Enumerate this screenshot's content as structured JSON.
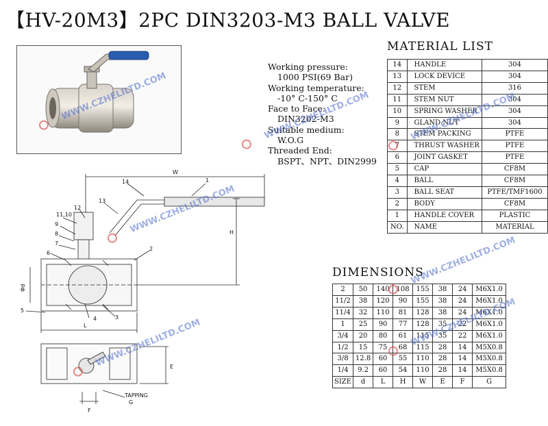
{
  "title": "【HV-20M3】2PC DIN3203-M3 BALL VALVE",
  "specs": [
    {
      "label": "Working pressure:",
      "value": "1000 PSI(69 Bar)"
    },
    {
      "label": "Working temperature:",
      "value": "-10° C-150° C"
    },
    {
      "label": "Face to Face:",
      "value": "DIN3202-M3"
    },
    {
      "label": "Suitable medium:",
      "value": "W.O.G"
    },
    {
      "label": "Threaded End:",
      "value": "BSPT、NPT、DIN2999"
    }
  ],
  "material_list": {
    "title": "MATERIAL LIST",
    "rows": [
      [
        "14",
        "HANDLE",
        "304"
      ],
      [
        "13",
        "LOCK DEVICE",
        "304"
      ],
      [
        "12",
        "STEM",
        "316"
      ],
      [
        "11",
        "STEM NUT",
        "304"
      ],
      [
        "10",
        "SPRING WASHER",
        "304"
      ],
      [
        "9",
        "GLAND NUT",
        "304"
      ],
      [
        "8",
        "STEM PACKING",
        "PTFE"
      ],
      [
        "7",
        "THRUST WASHER",
        "PTFE"
      ],
      [
        "6",
        "JOINT GASKET",
        "PTFE"
      ],
      [
        "5",
        "CAP",
        "CF8M"
      ],
      [
        "4",
        "BALL",
        "CF8M"
      ],
      [
        "3",
        "BALL SEAT",
        "PTFE/TMF1600"
      ],
      [
        "2",
        "BODY",
        "CF8M"
      ],
      [
        "1",
        "HANDLE COVER",
        "PLASTIC"
      ],
      [
        "NO.",
        "NAME",
        "MATERIAL"
      ]
    ]
  },
  "dimensions": {
    "title": "DIMENSIONS",
    "rows": [
      [
        "2",
        "50",
        "140",
        "108",
        "155",
        "38",
        "24",
        "M6X1.0"
      ],
      [
        "11/2",
        "38",
        "120",
        "90",
        "155",
        "38",
        "24",
        "M6X1.0"
      ],
      [
        "11/4",
        "32",
        "110",
        "81",
        "128",
        "38",
        "24",
        "M6X1.0"
      ],
      [
        "1",
        "25",
        "90",
        "77",
        "128",
        "35",
        "22",
        "M6X1.0"
      ],
      [
        "3/4",
        "20",
        "80",
        "61",
        "115",
        "35",
        "22",
        "M6X1.0"
      ],
      [
        "1/2",
        "15",
        "75",
        "68",
        "115",
        "28",
        "14",
        "M5X0.8"
      ],
      [
        "3/8",
        "12.8",
        "60",
        "55",
        "110",
        "28",
        "14",
        "M5X0.8"
      ],
      [
        "1/4",
        "9.2",
        "60",
        "54",
        "110",
        "28",
        "14",
        "M5X0.8"
      ],
      [
        "SIZE",
        "d",
        "L",
        "H",
        "W",
        "E",
        "F",
        "G"
      ]
    ]
  },
  "drawing_labels": {
    "W": "W",
    "H": "H",
    "L": "L",
    "d": "Φd",
    "E": "E",
    "F": "F",
    "tapping": "TAPPING",
    "G": "G",
    "callouts": [
      "14",
      "1",
      "13",
      "12",
      "11,10",
      "9",
      "8",
      "7",
      "6",
      "2",
      "5",
      "4",
      "3"
    ]
  },
  "watermark": "WWW.CZHELILTD.COM",
  "colors": {
    "handle_blue": "#2a5db0",
    "watermark": "#506ec8",
    "steel": "#b8b2a8"
  }
}
